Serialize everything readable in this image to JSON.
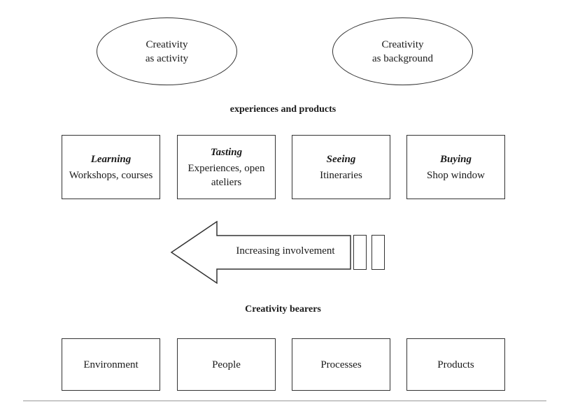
{
  "ovals": [
    {
      "line1": "Creativity",
      "line2": "as activity"
    },
    {
      "line1": "Creativity",
      "line2": "as background"
    }
  ],
  "experiences_heading": "experiences and products",
  "experience_boxes": [
    {
      "title": "Learning",
      "subtitle": "Workshops, courses"
    },
    {
      "title": "Tasting",
      "subtitle": "Experiences, open ateliers"
    },
    {
      "title": "Seeing",
      "subtitle": "Itineraries"
    },
    {
      "title": "Buying",
      "subtitle": "Shop window"
    }
  ],
  "arrow_label": "Increasing involvement",
  "bearers_heading": "Creativity bearers",
  "bearer_boxes": [
    {
      "label": "Environment"
    },
    {
      "label": "People"
    },
    {
      "label": "Processes"
    },
    {
      "label": "Products"
    }
  ]
}
